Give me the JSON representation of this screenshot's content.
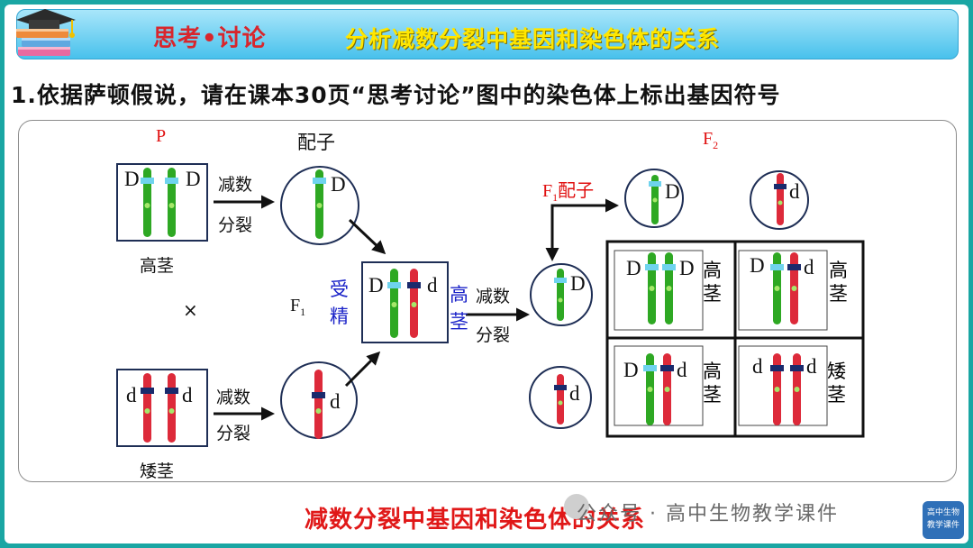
{
  "header": {
    "tag": "思考•讨论",
    "title": "分析减数分裂中基因和染色体的关系"
  },
  "question": "1.依据萨顿假说，请在课本30页“思考讨论”图中的染色体上标出基因符号",
  "diagram": {
    "p_label": "P",
    "gamete_label": "配子",
    "f1_label": "F",
    "f1_sub": "1",
    "f2_label": "F",
    "f2_sub": "2",
    "f1_gamete_label_pre": "F",
    "f1_gamete_label_sub": "1",
    "f1_gamete_label_post": "配子",
    "cross_symbol": "×",
    "fertilization": "受精",
    "meiosis_line1": "减数",
    "meiosis_line2": "分裂",
    "tall": "高茎",
    "short": "矮茎",
    "tall_v1": "高",
    "tall_v2": "茎",
    "short_v1": "矮",
    "allele_dom": "D",
    "allele_rec": "d",
    "colors": {
      "dominant_chromosome": "#2ea823",
      "recessive_chromosome": "#dd2a3a",
      "dominant_band": "#6fd3ee",
      "recessive_band": "#1a2a6c",
      "label_red": "#e01010",
      "label_blue": "#1a22c8"
    }
  },
  "footer": "减数分裂中基因和染色体的关系",
  "watermark": {
    "text": "公众号 · 高中生物教学课件",
    "badge_line1": "高中生物",
    "badge_line2": "教学课件"
  }
}
